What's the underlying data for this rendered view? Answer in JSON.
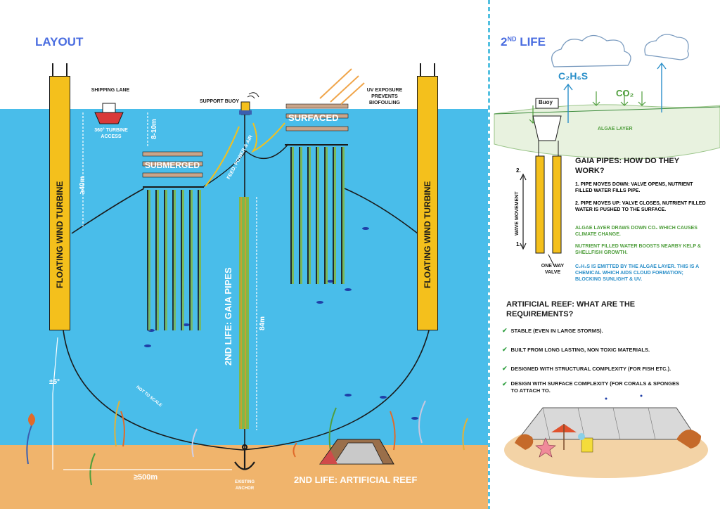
{
  "layout": {
    "heading": "LAYOUT",
    "turbine_label": "FLOATING WIND TURBINE",
    "shipping_lane": "SHIPPING LANE",
    "turbine_access": "360° TURBINE ACCESS",
    "support_buoy": "SUPPORT BUOY",
    "uv_exposure": "UV EXPOSURE PREVENTS BIOFOULING",
    "surfaced": "SURFACED",
    "submerged": "SUBMERGED",
    "feed_power_air": "FEED, POWER & AIR",
    "depth_8_10": "8-10m",
    "depth_40": "≥40m",
    "gaia_pipes": "2ND LIFE: GAIA PIPES",
    "length_84": "84m",
    "tilt": "±5°",
    "not_to_scale": "NOT TO SCALE",
    "distance_500": "≥500m",
    "existing_anchor": "EXISTING ANCHOR",
    "artificial_reef": "2ND LIFE: ARTIFICIAL REEF"
  },
  "second_life": {
    "heading_main": "2",
    "heading_sup": "ND",
    "heading_rest": " LIFE",
    "buoy": "Buoy",
    "c2h6s": "C₂H₆S",
    "co2": "CO₂",
    "algae_layer": "ALGAE LAYER",
    "wave_movement": "WAVE MOVEMENT",
    "step2_marker": "2.",
    "step1_marker": "1.",
    "one_way_valve": "ONE WAY VALVE",
    "gaia_title": "GAIA PIPES: HOW DO THEY WORK?",
    "step1": "1. PIPE MOVES DOWN: VALVE OPENS, NUTRIENT FILLED WATER FILLS PIPE.",
    "step2": "2. PIPE MOVES UP: VALVE CLOSES, NUTRIENT FILLED WATER IS PUSHED TO THE SURFACE.",
    "algae_note": "ALGAE LAYER DRAWS DOWN CO₂ WHICH CAUSES CLIMATE CHANGE.",
    "nutrient_note": "NUTRIENT FILLED WATER BOOSTS NEARBY  KELP & SHELLFISH GROWTH.",
    "c2h6s_note": "C₂H₆S  IS EMITTED BY THE ALGAE LAYER. THIS IS A CHEMICAL WHICH AIDS CLOUD FORMATION; BLOCKING SUNLIGHT & UV.",
    "reef_title": "ARTIFICIAL REEF: WHAT ARE THE REQUIREMENTS?",
    "requirements": [
      "STABLE (EVEN IN LARGE STORMS).",
      "BUILT FROM LONG LASTING, NON TOXIC MATERIALS.",
      "DESIGNED WITH STRUCTURAL COMPLEXITY (FOR FISH ETC.).",
      "DESIGN WITH SURFACE COMPLEXITY (FOR CORALS & SPONGES TO ATTACH TO."
    ]
  },
  "colors": {
    "sea": "#49bdea",
    "seabed": "#f0b46c",
    "turbine": "#f4c01c",
    "heading": "#4a6de0",
    "green_text": "#4f9e3c",
    "blue_text": "#2a8fc9",
    "divider": "#53c0e0"
  }
}
